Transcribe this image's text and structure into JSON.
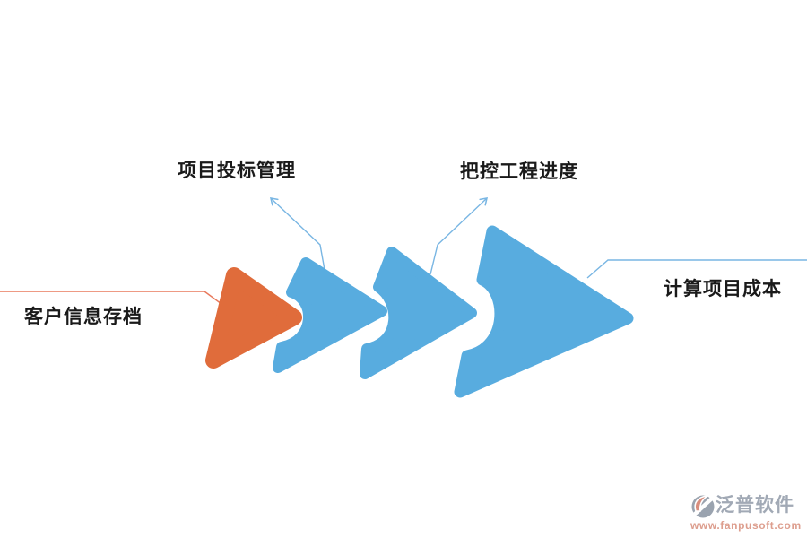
{
  "diagram": {
    "type": "process-flow",
    "direction": "left-to-right",
    "steps": [
      {
        "label": "客户信息存档",
        "color": "#e06c3b",
        "shape": "rounded-triangle"
      },
      {
        "label": "项目投标管理",
        "color": "#58acdf",
        "shape": "chevron"
      },
      {
        "label": "把控工程进度",
        "color": "#58acdf",
        "shape": "chevron"
      },
      {
        "label": "计算项目成本",
        "color": "#58acdf",
        "shape": "large-chevron"
      }
    ]
  },
  "colors": {
    "step_orange": "#e06c3b",
    "step_blue": "#58acdf",
    "leader_orange": "#e8795c",
    "leader_blue": "#79b6e3",
    "label_text": "#1a1a1a",
    "logo_grey": "#9aa3af",
    "logo_name_grey": "#a1a9b5",
    "logo_url_salmon": "#dd9e8e",
    "logo_accent": "#d98e7e"
  },
  "logo": {
    "name": "泛普软件",
    "url": "www.fanpusoft.com"
  }
}
